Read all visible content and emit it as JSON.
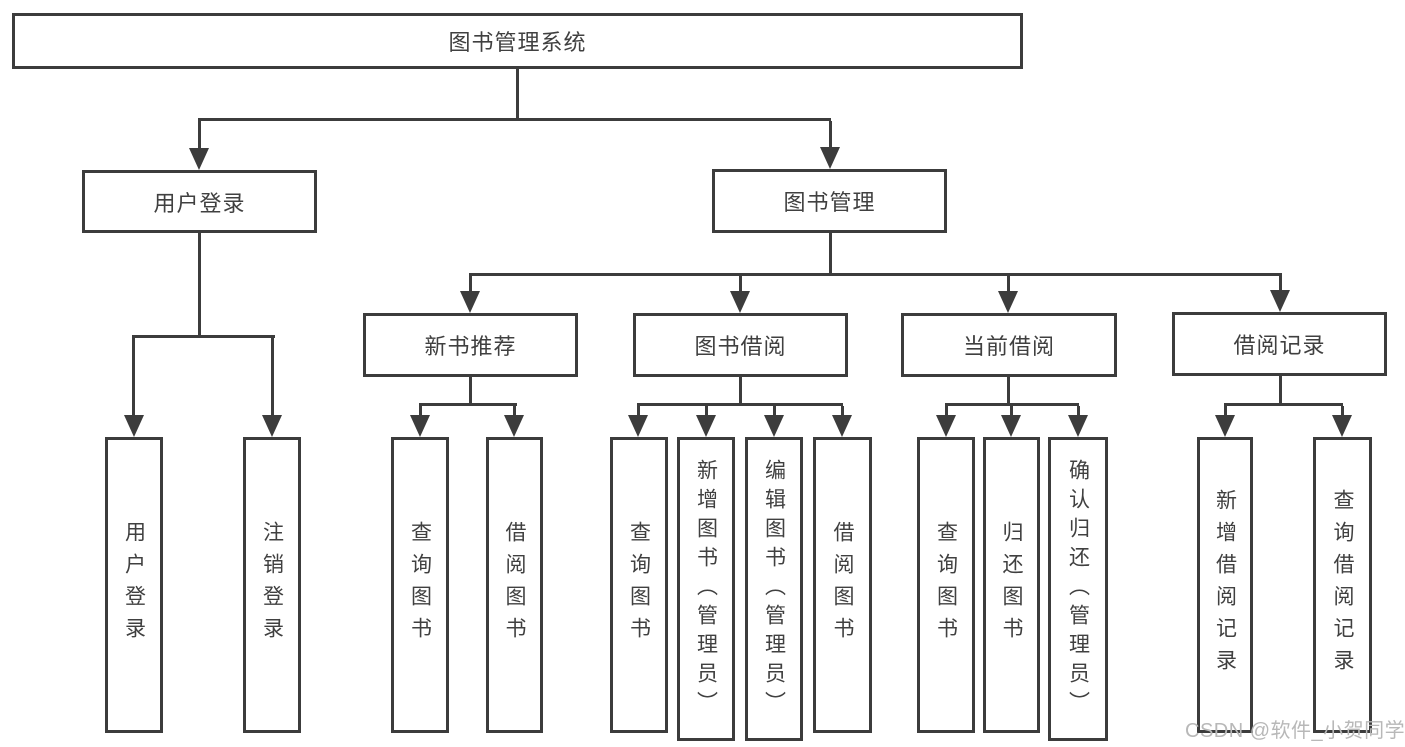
{
  "tree": {
    "root": {
      "label": "图书管理系统",
      "children": [
        {
          "label": "用户登录",
          "children": [
            {
              "label": "用户登录"
            },
            {
              "label": "注销登录"
            }
          ]
        },
        {
          "label": "图书管理",
          "children": [
            {
              "label": "新书推荐",
              "children": [
                {
                  "label": "查询图书"
                },
                {
                  "label": "借阅图书"
                }
              ]
            },
            {
              "label": "图书借阅",
              "children": [
                {
                  "label": "查询图书"
                },
                {
                  "label": "新增图书（管理员）"
                },
                {
                  "label": "编辑图书（管理员）"
                },
                {
                  "label": "借阅图书"
                }
              ]
            },
            {
              "label": "当前借阅",
              "children": [
                {
                  "label": "查询图书"
                },
                {
                  "label": "归还图书"
                },
                {
                  "label": "确认归还（管理员）"
                }
              ]
            },
            {
              "label": "借阅记录",
              "children": [
                {
                  "label": "新增借阅记录"
                },
                {
                  "label": "查询借阅记录"
                }
              ]
            }
          ]
        }
      ]
    }
  },
  "watermark": {
    "text": "CSDN @软件_小贺同学"
  },
  "colors": {
    "line": "#3c3c3c",
    "box_border": "#3c3c3c",
    "box_background": "#ffffff",
    "text": "#404040",
    "watermark": "#b8b8b8",
    "page_background": "#ffffff"
  }
}
